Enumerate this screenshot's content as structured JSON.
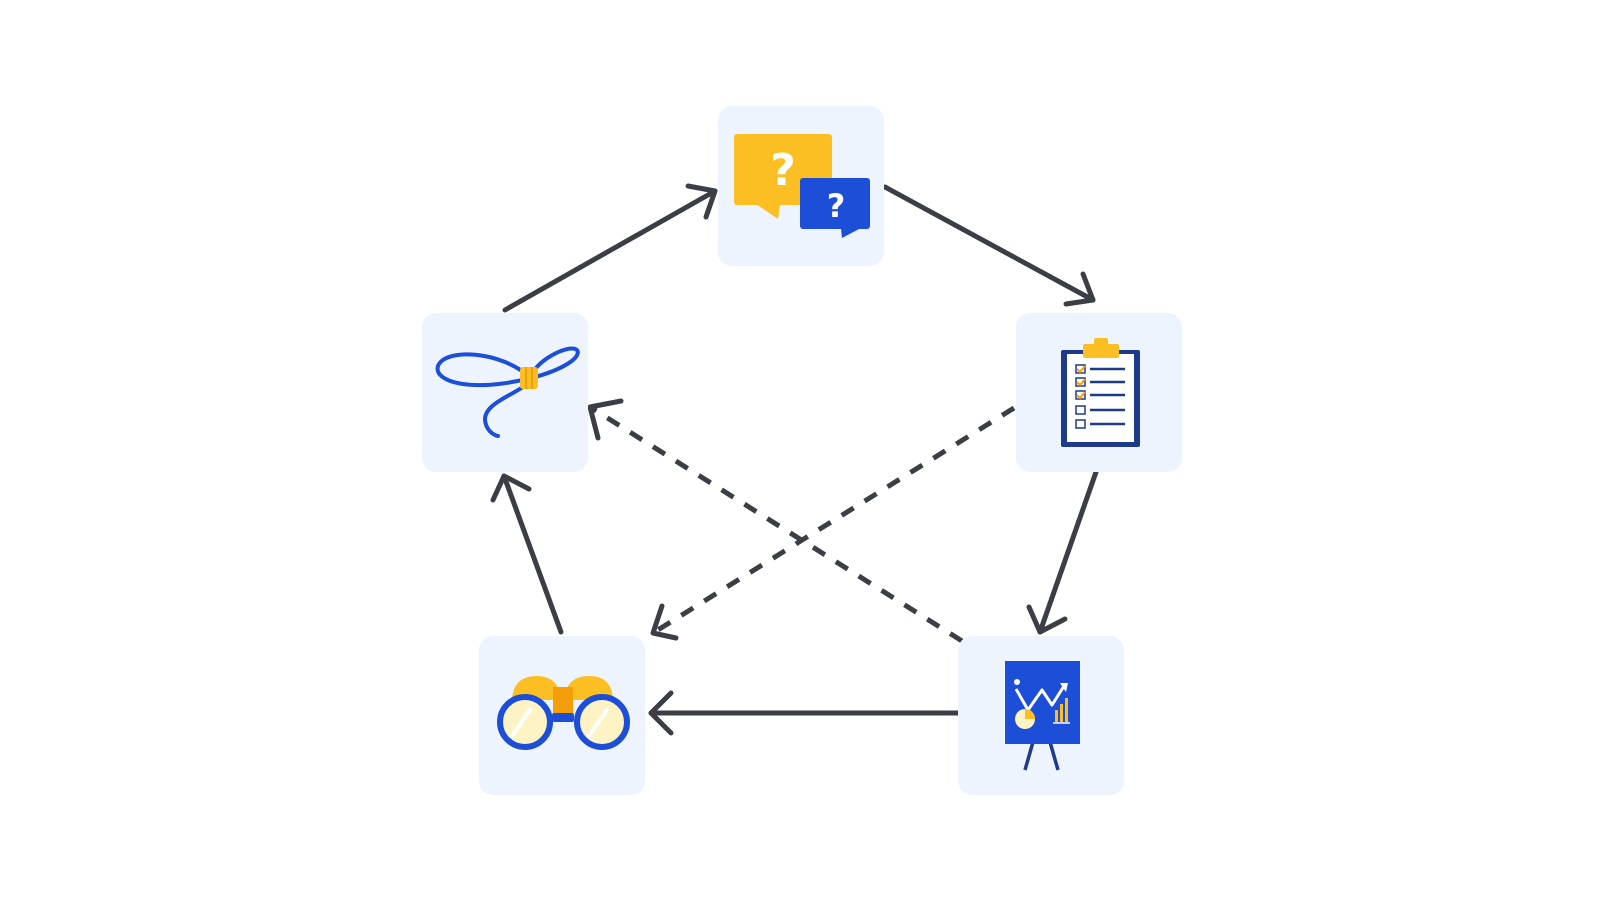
{
  "colors": {
    "node_background": "#eef4fd",
    "arrow": "#3b3e45",
    "accent_yellow": "#fbbf24",
    "accent_orange": "#f59e0b",
    "accent_blue": "#1d4ed8",
    "navy": "#1e3a8a",
    "lens_fill": "#fdf3c4"
  },
  "nodes": [
    {
      "id": "questions",
      "icon": "speech-bubbles-question-icon",
      "glyph_primary": "?",
      "glyph_secondary": "?"
    },
    {
      "id": "checklist",
      "icon": "clipboard-checklist-icon"
    },
    {
      "id": "presentation",
      "icon": "presentation-board-icon"
    },
    {
      "id": "observe",
      "icon": "binoculars-icon"
    },
    {
      "id": "connect",
      "icon": "knotted-rope-icon"
    }
  ],
  "edges": [
    {
      "from": "questions",
      "to": "checklist",
      "style": "solid"
    },
    {
      "from": "checklist",
      "to": "presentation",
      "style": "solid"
    },
    {
      "from": "presentation",
      "to": "observe",
      "style": "solid"
    },
    {
      "from": "observe",
      "to": "connect",
      "style": "solid"
    },
    {
      "from": "connect",
      "to": "questions",
      "style": "solid"
    },
    {
      "from": "checklist",
      "to": "observe",
      "style": "dashed"
    },
    {
      "from": "presentation",
      "to": "connect",
      "style": "dashed"
    }
  ]
}
